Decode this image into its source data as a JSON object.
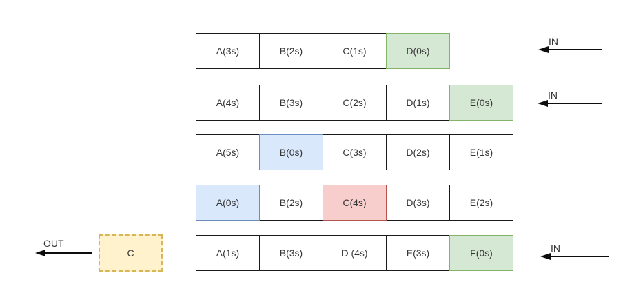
{
  "labels": {
    "in": "IN",
    "out": "OUT"
  },
  "out_box": {
    "label": "C"
  },
  "rows": [
    {
      "cells": [
        {
          "label": "A(3s)",
          "variant": "plain"
        },
        {
          "label": "B(2s)",
          "variant": "plain"
        },
        {
          "label": "C(1s)",
          "variant": "plain"
        },
        {
          "label": "D(0s)",
          "variant": "green"
        }
      ],
      "in_arrow": true
    },
    {
      "cells": [
        {
          "label": "A(4s)",
          "variant": "plain"
        },
        {
          "label": "B(3s)",
          "variant": "plain"
        },
        {
          "label": "C(2s)",
          "variant": "plain"
        },
        {
          "label": "D(1s)",
          "variant": "plain"
        },
        {
          "label": "E(0s)",
          "variant": "green"
        }
      ],
      "in_arrow": true
    },
    {
      "cells": [
        {
          "label": "A(5s)",
          "variant": "plain"
        },
        {
          "label": "B(0s)",
          "variant": "blue"
        },
        {
          "label": "C(3s)",
          "variant": "plain"
        },
        {
          "label": "D(2s)",
          "variant": "plain"
        },
        {
          "label": "E(1s)",
          "variant": "plain"
        }
      ],
      "in_arrow": false
    },
    {
      "cells": [
        {
          "label": "A(0s)",
          "variant": "blue"
        },
        {
          "label": "B(2s)",
          "variant": "plain"
        },
        {
          "label": "C(4s)",
          "variant": "red"
        },
        {
          "label": "D(3s)",
          "variant": "plain"
        },
        {
          "label": "E(2s)",
          "variant": "plain"
        }
      ],
      "in_arrow": false
    },
    {
      "cells": [
        {
          "label": "A(1s)",
          "variant": "plain"
        },
        {
          "label": "B(3s)",
          "variant": "plain"
        },
        {
          "label": "D (4s)",
          "variant": "plain"
        },
        {
          "label": "E(3s)",
          "variant": "plain"
        },
        {
          "label": "F(0s)",
          "variant": "green"
        }
      ],
      "in_arrow": true
    }
  ],
  "colors": {
    "green_fill": "#d5e8d4",
    "green_stroke": "#82b366",
    "blue_fill": "#dae8fc",
    "blue_stroke": "#6c8ebf",
    "red_fill": "#f8cecc",
    "red_stroke": "#b85450",
    "yellow_fill": "#fff2cc",
    "yellow_stroke": "#d6b656",
    "plain_stroke": "#1a1a1a"
  }
}
